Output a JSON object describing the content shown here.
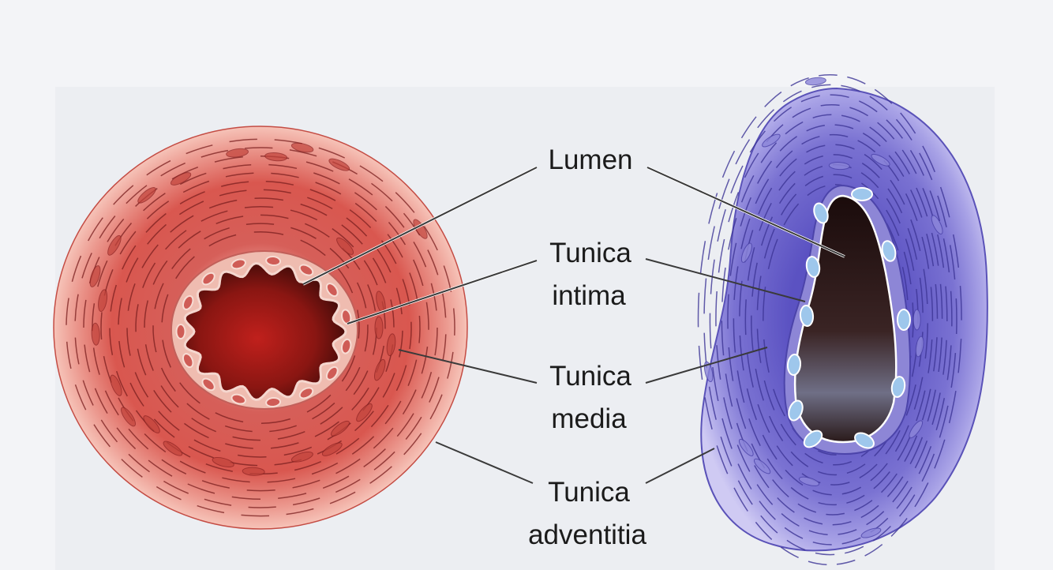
{
  "labels": {
    "lumen": "Lumen",
    "intima_1": "Tunica",
    "intima_2": "intima",
    "media_1": "Tunica",
    "media_2": "media",
    "adventitia_1": "Tunica",
    "adventitia_2": "adventitia"
  },
  "colors": {
    "artery": "#d9574f",
    "artery_outer": "#f3b3a8",
    "artery_lumen": "#8c1616",
    "vein": "#6a63c9",
    "vein_outer": "#b9b3ea",
    "vein_lumen": "#2a1414",
    "endothelial_cell": "#9ec7ec"
  }
}
